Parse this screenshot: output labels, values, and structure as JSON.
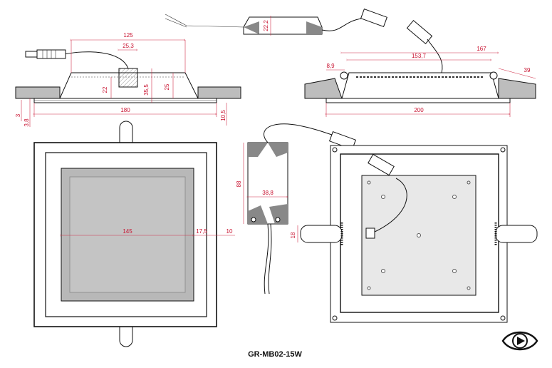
{
  "model": "GR-MB02-15W",
  "colors": {
    "dimension": "#c8102e",
    "outline": "#111111",
    "panel": "#b8b8b8",
    "ceiling": "#bdbdbd"
  },
  "logo_icon": "eye-play-icon",
  "dims": {
    "d125": "125",
    "d25_3": "25,3",
    "d22": "22",
    "d35_5": "35,5",
    "d25": "25",
    "d180": "180",
    "d3": "3",
    "d3_8": "3,8",
    "d10_5": "10,5",
    "d22_2": "22,2",
    "d153_7": "153,7",
    "d167": "167",
    "d8_9": "8,9",
    "d39": "39",
    "d200": "200",
    "d145": "145",
    "d17_5": "17,5",
    "d10": "10",
    "d88": "88",
    "d38_8": "38,8",
    "d18": "18"
  }
}
